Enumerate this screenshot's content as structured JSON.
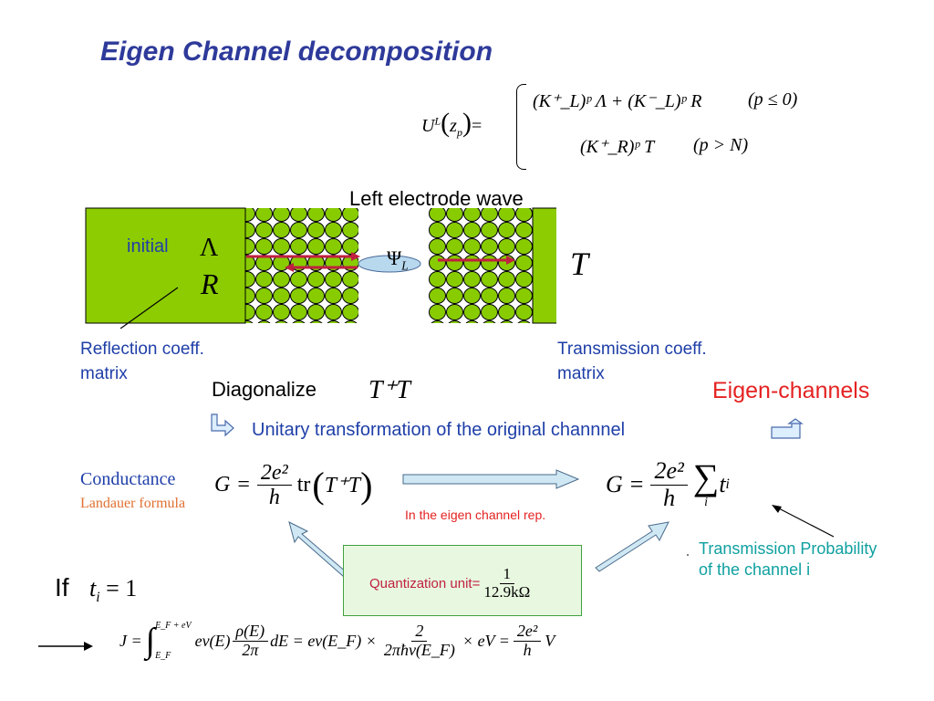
{
  "title": "Eigen Channel decomposition",
  "top_equation": {
    "lhs_U": "U",
    "lhs_sup": "L",
    "lhs_z": "z",
    "lhs_sub": "p",
    "equals": "=",
    "case1_formula": "(K⁺_L)ᵖ Λ + (K⁻_L)ᵖ R",
    "case1_cond": "(p ≤ 0)",
    "case2_formula": "(K⁺_R)ᵖ T",
    "case2_cond": "(p > N)"
  },
  "diagram": {
    "top_label": "Left electrode wave",
    "initial_label": "initial",
    "lambda_symbol": "Λ",
    "R_symbol": "R",
    "T_symbol": "T",
    "psi_symbol": "Ψ",
    "psi_sub": "L",
    "reflection_label_1": "Reflection coeff.",
    "reflection_label_2": "matrix",
    "transmission_label_1": "Transmission coeff.",
    "transmission_label_2": "matrix"
  },
  "diagonalize": {
    "label": "Diagonalize",
    "formula": "T⁺T",
    "eigen_channels": "Eigen-channels",
    "unitary_text": "Unitary transformation of the original channnel"
  },
  "conductance": {
    "label": "Conductance",
    "landauer": "Landauer formula",
    "G": "G",
    "eq": "=",
    "num": "2e²",
    "den": "h",
    "tr": "tr",
    "TT": "T⁺T",
    "eigen_rep_note": "In the eigen channel rep.",
    "sum_symbol": "∑",
    "sum_term": "t",
    "sum_sub": "i",
    "sum_index": "i",
    "trans_prob_1": "Transmission Probability",
    "trans_prob_2": "of the channel i"
  },
  "quantization": {
    "label": "Quantization unit=",
    "num": "1",
    "den": "12.9kΩ"
  },
  "if_line": {
    "if": "If",
    "t": "t",
    "sub": "i",
    "eq": "= 1"
  },
  "current_equation": {
    "J": "J =",
    "integral": "∫",
    "upper": "E_F + eV",
    "lower": "E_F",
    "ev_E": "ev(E)",
    "rho_num": "ρ(E)",
    "rho_den": "2π",
    "dE": "dE = ev(E_F) ×",
    "frac2_num": "2",
    "frac2_den": "2πħv(E_F)",
    "times_eV": "× eV =",
    "frac3_num": "2e²",
    "frac3_den": "h",
    "V": "V"
  },
  "colors": {
    "title": "#2e3a9a",
    "electrode": "#8ccc00",
    "atom": "#88cc00",
    "blue_text": "#1f3fa8",
    "teal_text": "#10a0a0",
    "red_text": "#e52222",
    "box_fill": "#e8f8e0"
  }
}
